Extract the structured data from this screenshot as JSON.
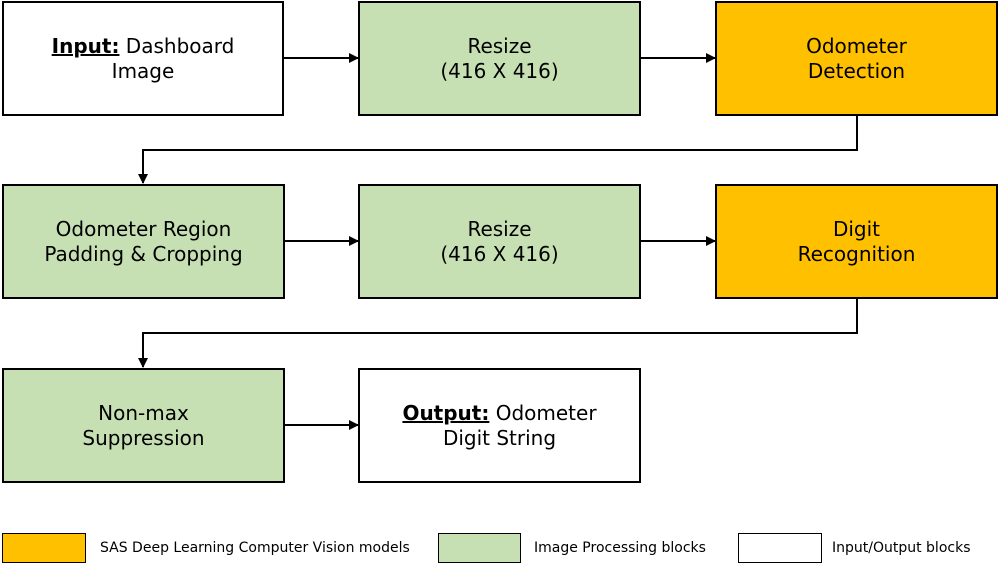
{
  "colors": {
    "model": "#ffc000",
    "processing": "#c6e0b4",
    "io": "#ffffff"
  },
  "nodes": {
    "input": {
      "lead": "Input:",
      "text1": " Dashboard",
      "text2": "Image"
    },
    "resize1": {
      "line1": "Resize",
      "line2": "(416 X 416)"
    },
    "odometer_detection": {
      "line1": "Odometer",
      "line2": "Detection"
    },
    "padding_cropping": {
      "line1": "Odometer Region",
      "line2": "Padding & Cropping"
    },
    "resize2": {
      "line1": "Resize",
      "line2": "(416 X 416)"
    },
    "digit_recognition": {
      "line1": "Digit",
      "line2": "Recognition"
    },
    "nms": {
      "line1": "Non-max",
      "line2": "Suppression"
    },
    "output": {
      "lead": "Output:",
      "text1": " Odometer",
      "text2": "Digit String"
    }
  },
  "edges": [
    [
      "input",
      "resize1"
    ],
    [
      "resize1",
      "odometer_detection"
    ],
    [
      "odometer_detection",
      "padding_cropping"
    ],
    [
      "padding_cropping",
      "resize2"
    ],
    [
      "resize2",
      "digit_recognition"
    ],
    [
      "digit_recognition",
      "nms"
    ],
    [
      "nms",
      "output"
    ]
  ],
  "legend": [
    {
      "label": "SAS Deep Learning Computer Vision models",
      "color": "#ffc000"
    },
    {
      "label": "Image Processing blocks",
      "color": "#c6e0b4"
    },
    {
      "label": "Input/Output blocks",
      "color": "#ffffff"
    }
  ]
}
